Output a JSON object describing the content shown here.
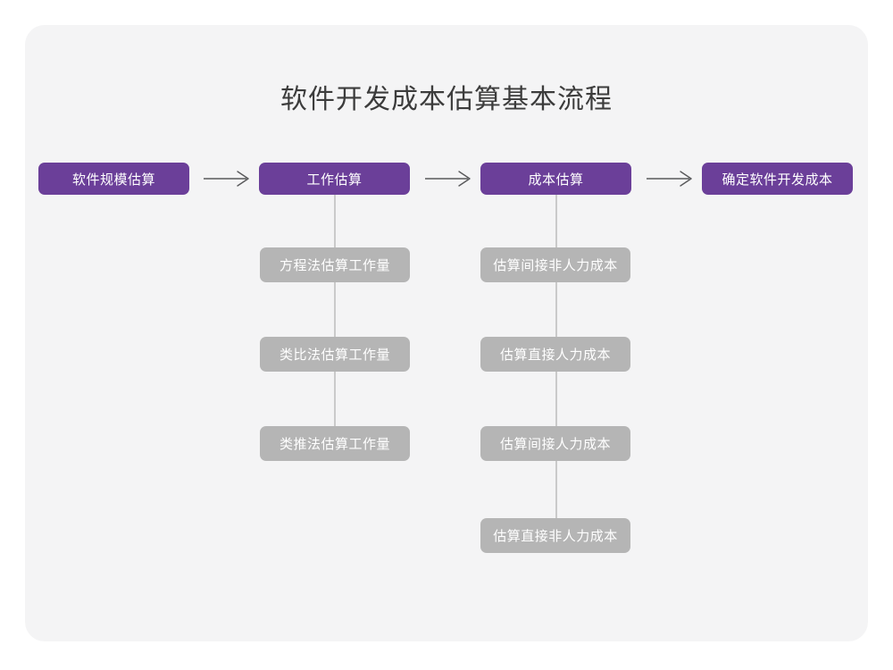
{
  "page": {
    "background_color": "#ffffff",
    "card_color": "#f4f4f5",
    "accent_color": "#6b3f99",
    "secondary_color": "#b5b5b5",
    "connector_color": "#cacaca",
    "title_color": "#3c3c3c"
  },
  "diagram": {
    "title": "软件开发成本估算基本流程",
    "type": "flowchart",
    "stages": [
      {
        "label": "软件规模估算",
        "substeps": []
      },
      {
        "label": "工作估算",
        "substeps": [
          "方程法估算工作量",
          "类比法估算工作量",
          "类推法估算工作量"
        ]
      },
      {
        "label": "成本估算",
        "substeps": [
          "估算间接非人力成本",
          "估算直接人力成本",
          "估算间接人力成本",
          "估算直接非人力成本"
        ]
      },
      {
        "label": "确定软件开发成本",
        "substeps": []
      }
    ],
    "connectors": [
      {
        "name": "arrow-stage1-stage2",
        "glyph": "arrow-right-icon"
      },
      {
        "name": "arrow-stage2-stage3",
        "glyph": "arrow-right-icon"
      },
      {
        "name": "arrow-stage3-stage4",
        "glyph": "arrow-right-icon"
      }
    ]
  }
}
